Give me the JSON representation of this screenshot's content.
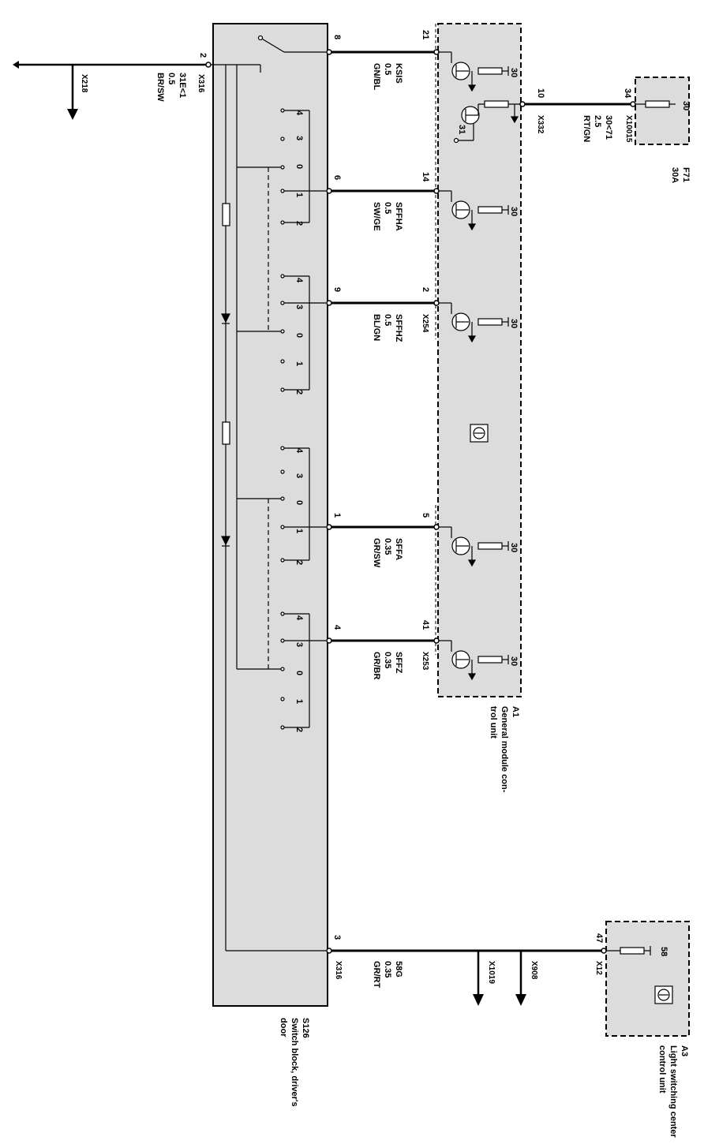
{
  "left_wire": {
    "pin": "2",
    "connector": "X316",
    "label": [
      "31E<1",
      "0.5",
      "BR/SW"
    ],
    "branch_connector": "X218"
  },
  "switch_block": {
    "designator": "S126",
    "name": [
      "Switch block, driver's",
      "door"
    ],
    "connector_bottom": "X316",
    "pin_bottom": "3",
    "switch_positions": [
      "4",
      "3",
      "0",
      "1",
      "2"
    ]
  },
  "module_a1": {
    "designator": "A1",
    "name": [
      "General module con-",
      "trol unit"
    ],
    "connector_top": "X332",
    "connector_mid": "X254",
    "connector_bottom": "X253",
    "internal_pin": "30",
    "ground_pin": "31",
    "supply_pin": "10"
  },
  "wires": [
    {
      "switch_pin": "8",
      "module_pin": "21",
      "label": [
        "KSIS",
        "0.5",
        "GN/BL"
      ]
    },
    {
      "switch_pin": "6",
      "module_pin": "14",
      "label": [
        "SFFHA",
        "0.5",
        "SW/GE"
      ]
    },
    {
      "switch_pin": "9",
      "module_pin": "2",
      "label": [
        "SFFHZ",
        "0.5",
        "BL/GN"
      ]
    },
    {
      "switch_pin": "1",
      "module_pin": "5",
      "label": [
        "SFFA",
        "0.35",
        "GR/SW"
      ]
    },
    {
      "switch_pin": "4",
      "module_pin": "41",
      "label": [
        "SFFZ",
        "0.35",
        "GR/BR"
      ]
    }
  ],
  "fuse_f71": {
    "designator": "F71",
    "rating": "30A",
    "pin": "34",
    "connector": "X10015",
    "terminal": "30",
    "wire_label": [
      "30<71",
      "2.5",
      "RT/GN"
    ]
  },
  "bottom_wire": {
    "label": [
      "58G",
      "0.35",
      "GR/RT"
    ],
    "branch1": "X1019",
    "branch2": "X908"
  },
  "module_a3": {
    "designator": "A3",
    "name": [
      "Light switching center",
      "control unit"
    ],
    "pin": "47",
    "connector": "X12",
    "terminal": "58"
  },
  "colors": {
    "line": "#000000",
    "box_fill": "#dcdcdc"
  }
}
